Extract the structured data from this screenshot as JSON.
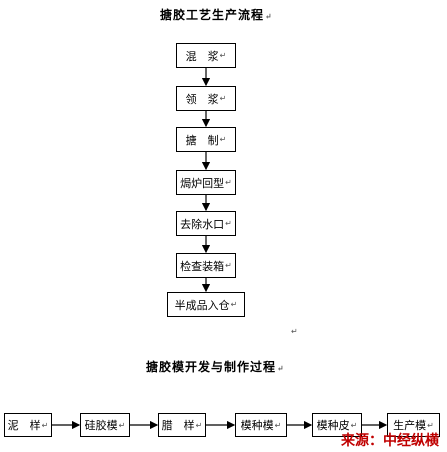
{
  "process_title": "搪胶工艺生产流程",
  "process_steps": [
    "混　浆",
    "领　浆",
    "搪　制",
    "焗炉回型",
    "去除水口",
    "检查装箱",
    "半成品入仓"
  ],
  "mold_title": "搪胶模开发与制作过程",
  "mold_steps": [
    "泥　样",
    "硅胶模",
    "腊　样",
    "模种模",
    "模种皮",
    "生产模"
  ],
  "paragraph_mark": "↵",
  "watermark": "来源：中经纵横"
}
